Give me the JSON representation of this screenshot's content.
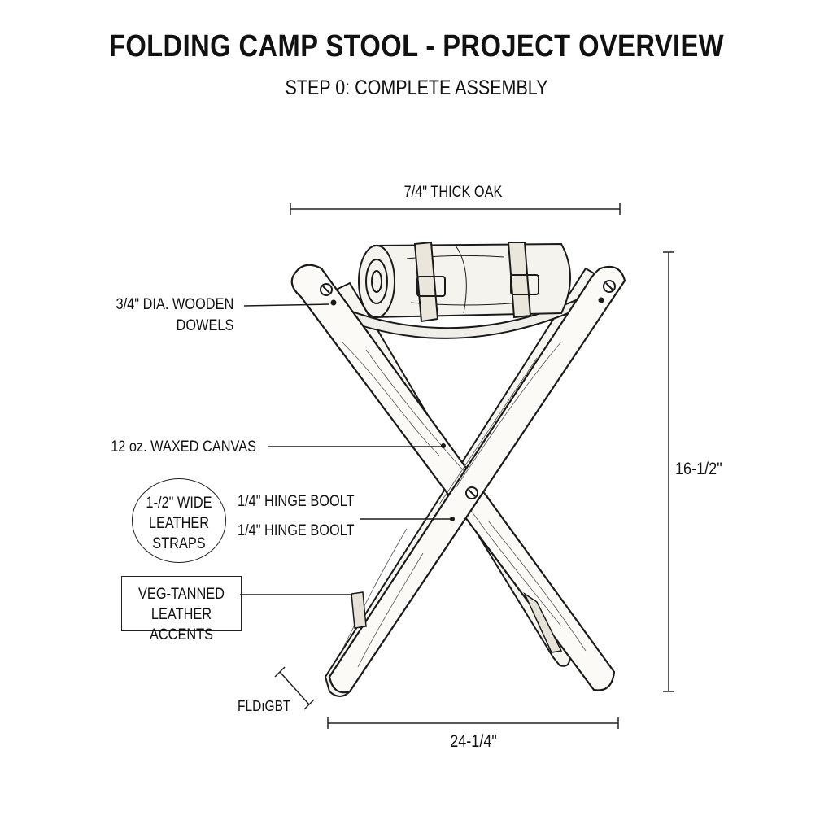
{
  "title": "FOLDING CAMP STOOL - PROJECT OVERVIEW",
  "subtitle": "STEP 0: COMPLETE ASSEMBLY",
  "labels": {
    "seat_width": "7/4\" THICK OAK",
    "dowels": [
      "3/4\" DIA. WOODEN",
      "DOWELS"
    ],
    "canvas": "12 oz. WAXED CANVAS",
    "straps": [
      "1-/2\" WIDE",
      "LEATHER",
      "STRAPS"
    ],
    "hinge_bolt_1": "1/4\" HINGE BOOLT",
    "hinge_bolt_2": "1/4\" HINGE BOOLT",
    "accents": [
      "VEG-TANNED",
      "LEATHER ACCENTS"
    ],
    "height": "16-1/2\"",
    "base_width": "24-1/4\"",
    "fold_label": "FLDıGBT"
  },
  "colors": {
    "ink": "#1a1a1a",
    "paper": "#ffffff",
    "wood_fill": "#f7f5f0"
  }
}
